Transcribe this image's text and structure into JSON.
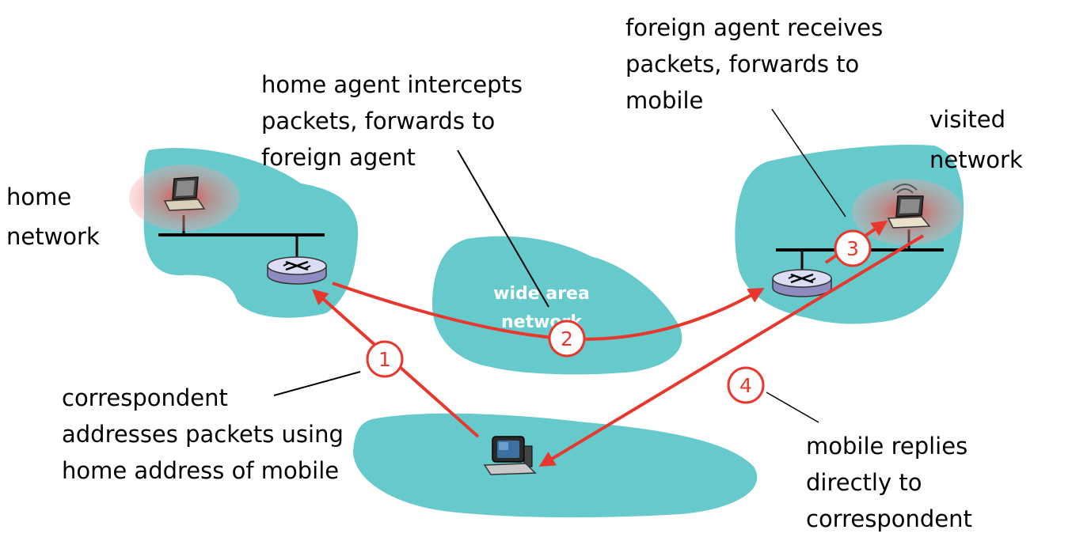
{
  "annotations": {
    "home_network": [
      "home",
      "network"
    ],
    "visited_network": [
      "visited",
      "network"
    ],
    "wide_area_network": [
      "wide area",
      "network"
    ],
    "home_agent_note": [
      "home agent intercepts",
      "packets, forwards to",
      "foreign agent"
    ],
    "foreign_agent_note": [
      "foreign agent receives",
      "packets, forwards to",
      "mobile"
    ],
    "correspondent_note": [
      "correspondent",
      "addresses packets using",
      "home address of mobile"
    ],
    "mobile_reply_note": [
      "mobile replies",
      "directly to",
      "correspondent"
    ]
  },
  "steps": [
    "1",
    "2",
    "3",
    "4"
  ],
  "colors": {
    "network_cloud": "#66c9cc",
    "arrow": "#e8372c",
    "router_top": "#dcdcf4",
    "router_side": "#8c8cc0",
    "glow": "#e8372c"
  }
}
